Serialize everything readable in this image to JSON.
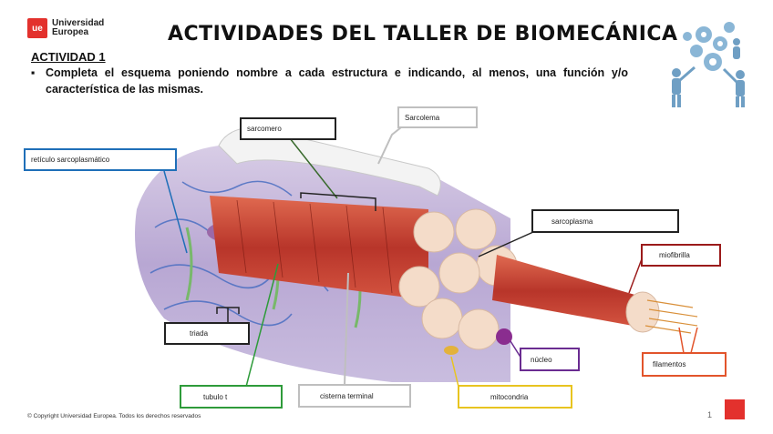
{
  "logo": {
    "mark": "ue",
    "line1": "Universidad",
    "line2": "Europea"
  },
  "title": "ACTIVIDADES DEL TALLER DE BIOMECÁNICA",
  "activity": "ACTIVIDAD 1",
  "instruction": "Completa el esquema poniendo nombre a cada estructura e indicando, al menos, una función y/o característica de las mismas.",
  "labels": {
    "sarcomero": "sarcomero",
    "sarcolema": "Sarcolema",
    "reticulo": "retículo sarcoplasmático",
    "sarcoplasma": "sarcoplasma",
    "miofibrilla": "miofibrilla",
    "triada": "triada",
    "nucleo": "núcleo",
    "filamentos": "filamentos",
    "tubulo": "tubulo t",
    "cisterna": "cisterna terminal",
    "mitocondria": "mitocondria"
  },
  "colors": {
    "sarcomero": "#222222",
    "sarcolema": "#bfbfbf",
    "reticulo": "#1f6fb8",
    "sarcoplasma": "#222222",
    "miofibrilla": "#9b1b1b",
    "triada": "#222222",
    "nucleo": "#6a2c91",
    "filamentos": "#e2542b",
    "tubulo": "#2e9b3a",
    "cisterna": "#bfbfbf",
    "mitocondria": "#e8c420",
    "accent": "#e3312d"
  },
  "footer": {
    "copyright": "© Copyright Universidad Europea. Todos los derechos reservados",
    "page": "1"
  }
}
